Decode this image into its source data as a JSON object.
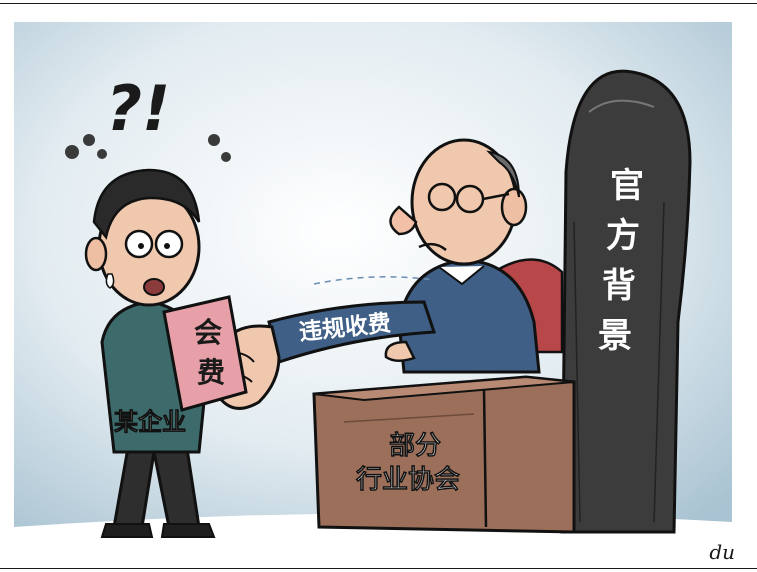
{
  "labels": {
    "question_mark": "?!",
    "company": "某企业",
    "fee_line1": "会",
    "fee_line2": "费",
    "arm": "违规收费",
    "desk_line1": "部分",
    "desk_line2": "行业协会",
    "chair_1": "官",
    "chair_2": "方",
    "chair_3": "背",
    "chair_4": "景"
  },
  "signature": "du",
  "colors": {
    "sky": "#bcd3df",
    "chair": "#4a4a4a",
    "desk": "#9b6f5a",
    "suit_blue": "#3f5f86",
    "company_jacket": "#3d6a6a",
    "fee_card": "#e7a0a7",
    "skin": "#f0c8ae"
  }
}
